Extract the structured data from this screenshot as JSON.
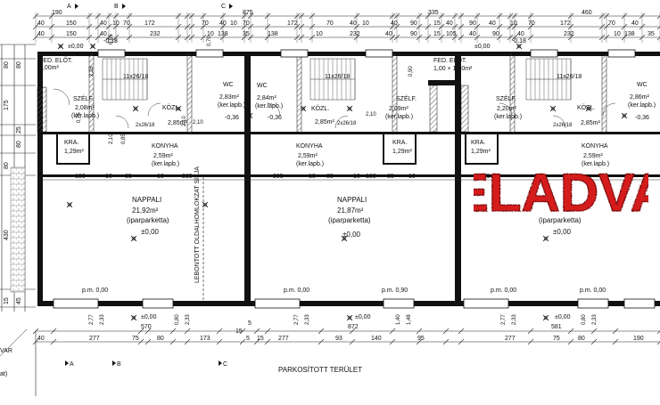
{
  "top_dims": {
    "r1": [
      "190",
      "875",
      "335",
      "460"
    ],
    "r2": [
      "40",
      "150",
      "40",
      "10",
      "70",
      "172",
      "70",
      "40",
      "10",
      "70",
      "172",
      "70",
      "40",
      "10",
      "40",
      "90",
      "15",
      "40",
      "90",
      "40",
      "10",
      "70",
      "172",
      "70",
      "40"
    ],
    "r3": [
      "40",
      "150",
      "40",
      "232",
      "10",
      "138",
      "35",
      "138",
      "10",
      "232",
      "40",
      "90",
      "15",
      "105",
      "40",
      "90",
      "40",
      "232",
      "10",
      "138",
      "35"
    ]
  },
  "section_marks": {
    "a": "A",
    "b": "B",
    "c": "C"
  },
  "rooms": {
    "fedelot_1": {
      "name": "FED. ELŐT.",
      "area": "2,00m²"
    },
    "fedelot_2": {
      "name": "FED. ELŐT.",
      "area": "1,00 + 1,00m²"
    },
    "szelf_1": {
      "name": "SZÉLF.",
      "area": "2,08m²",
      "floor": "(ker.lapb.)"
    },
    "szelf_2": {
      "name": "SZÉLF.",
      "area": "2,09m²",
      "floor": "(ker.lapb.)"
    },
    "szelf_3": {
      "name": "SZÉLF.",
      "area": "2,20m²",
      "floor": "(ker.lapb.)"
    },
    "wc_1": {
      "name": "WC",
      "area": "2,83m²",
      "floor": "(ker.lapb.)"
    },
    "wc_2": {
      "name": "WC",
      "area": "2,84m²",
      "floor": "(ker.lapb.)"
    },
    "wc_3": {
      "name": "WC",
      "area": "2,86m²",
      "floor": "(ker.lapb.)"
    },
    "kozl_1": {
      "name": "KÖZL.",
      "area": "2,85m²"
    },
    "kozl_2": {
      "name": "KÖZL.",
      "area": "2,85m²"
    },
    "kozl_3": {
      "name": "KÖZL.",
      "area": "2,85m²"
    },
    "kra_1": {
      "name": "KRA.",
      "area": "1,29m²"
    },
    "kra_2": {
      "name": "KRA.",
      "area": "1,29m²"
    },
    "kra_3": {
      "name": "KRA.",
      "area": "1,29m²"
    },
    "konyha_1": {
      "name": "KONYHA",
      "area": "2,59m²",
      "floor": "(ker.lapb.)"
    },
    "konyha_2": {
      "name": "KONYHA",
      "area": "2,59m²",
      "floor": "(ker.lapb.)"
    },
    "konyha_3": {
      "name": "KONYHA",
      "area": "2,59m²",
      "floor": "(ker.lapb.)"
    },
    "nappali_1": {
      "name": "NAPPALI",
      "area": "21,92m²",
      "floor": "(iparparketta)",
      "level": "±0,00"
    },
    "nappali_2": {
      "name": "NAPPALI",
      "area": "21,87m²",
      "floor": "(iparparketta)",
      "level": "±0,00"
    },
    "nappali_3": {
      "floor": "(iparparketta)",
      "level": "±0,00"
    }
  },
  "stairs": [
    "11x26/18",
    "11x26/18",
    "11x26/18"
  ],
  "stair_small": [
    "2x26/18",
    "2x26/18",
    "2x26/18"
  ],
  "levels": {
    "entry": "-0,18",
    "pm": "p.m. 0,00",
    "pm90": "p.m. 0,90",
    "minus": "-0,36",
    "zero": "±0,00"
  },
  "wall_note": "LEBONTOTT OLDALHOMLOKZAT SÍKJA",
  "mid_dims": [
    "180",
    "10",
    "85",
    "10",
    "285",
    "285",
    "10",
    "85",
    "10",
    "180",
    "85",
    "10",
    "285"
  ],
  "side_dims": [
    "80",
    "80",
    "175",
    "80",
    "25",
    "80",
    "430",
    "45",
    "15"
  ],
  "door_dims": [
    "2,10",
    "2,10",
    "0,75",
    "0,65",
    "0,70",
    "0,90",
    "2,28",
    "0,85"
  ],
  "window_dims": [
    "2,77",
    "2,33",
    "0,80",
    "2,33",
    "1,40",
    "1,48",
    "2,77",
    "2,33",
    "0,80",
    "2,33"
  ],
  "bottom_dims": {
    "r1": [
      "40",
      "277",
      "75",
      "80",
      "173",
      "5",
      "15",
      "277",
      "93",
      "140",
      "95",
      "277",
      "75",
      "80",
      "190"
    ],
    "r2": [
      "570",
      "872",
      "581",
      "5",
      "15"
    ]
  },
  "site_label": "PARKOSÍTOTT TERÜLET",
  "left_edge": [
    "VAR",
    "at)"
  ],
  "stamp": "ELADVA"
}
